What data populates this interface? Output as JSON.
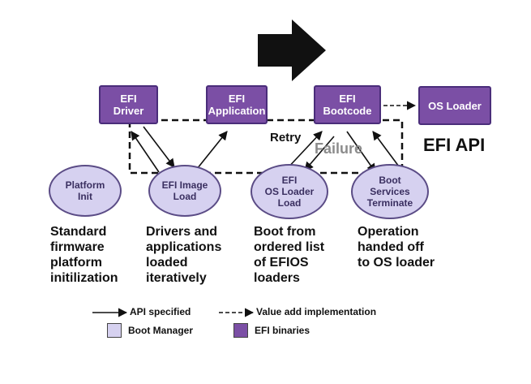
{
  "colors": {
    "binary_fill": "#7b4fa5",
    "binary_border": "#4a2d7a",
    "manager_fill": "#d6d1f0",
    "manager_border": "#5b4c86",
    "failure_text": "#8c8c8c",
    "line": "#111111"
  },
  "boxes": {
    "efi_driver": "EFI\nDriver",
    "efi_application": "EFI\nApplication",
    "efi_bootcode": "EFI\nBootcode",
    "os_loader": "OS Loader"
  },
  "ovals": {
    "platform_init": "Platform\nInit",
    "efi_image_load": "EFI Image\nLoad",
    "efi_os_loader_load": "EFI\nOS Loader\nLoad",
    "boot_services_terminate": "Boot\nServices\nTerminate"
  },
  "labels": {
    "efi_api": "EFI API",
    "retry": "Retry",
    "failure": "Failure"
  },
  "descriptions": {
    "platform": "Standard\nfirmware\nplatform\ninitilization",
    "drivers": "Drivers and\napplications\nloaded\niteratively",
    "boot": "Boot from\nordered list\nof EFIOS\nloaders",
    "operation": "Operation\nhanded off\nto OS loader"
  },
  "legend": {
    "api_specified": "API specified",
    "value_add": "Value add implementation",
    "boot_manager": "Boot Manager",
    "efi_binaries": "EFI binaries"
  }
}
